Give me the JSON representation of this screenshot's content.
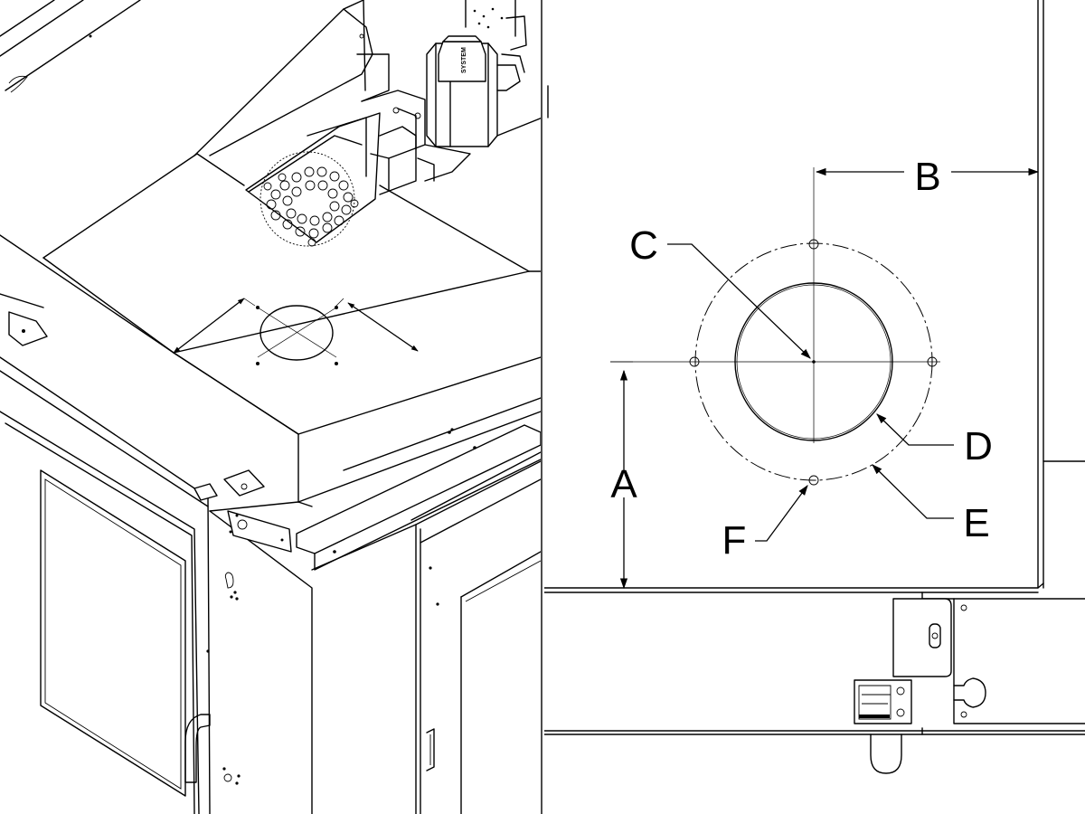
{
  "panels": {
    "left": "isometric-view",
    "right": "top-view-detail"
  },
  "brand_label": "SYSTEM",
  "callouts": {
    "A": "A",
    "B": "B",
    "C": "C",
    "D": "D",
    "E": "E",
    "F": "F"
  },
  "colors": {
    "line": "#000000",
    "background": "#ffffff"
  }
}
